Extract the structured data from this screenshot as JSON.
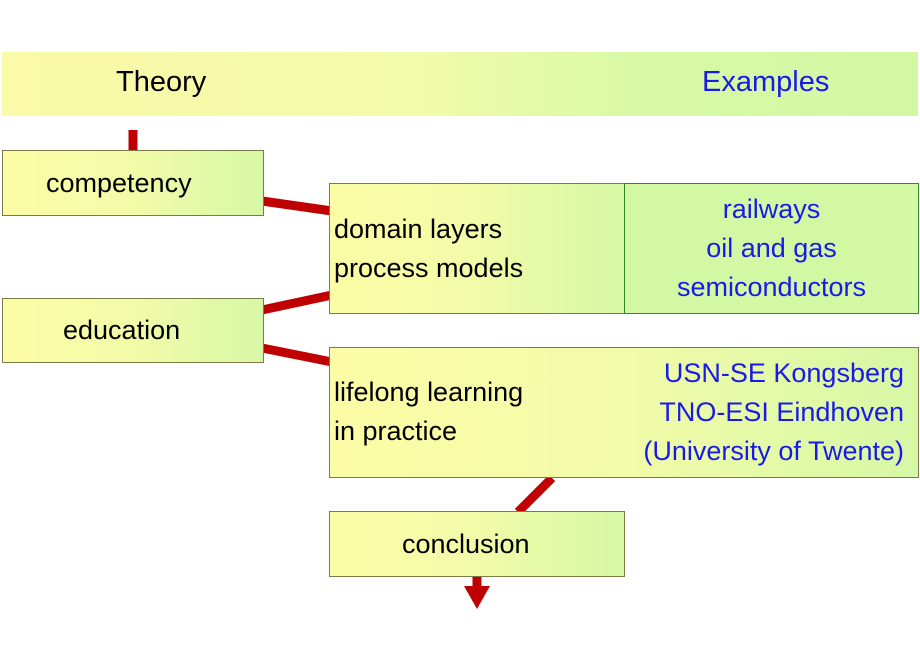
{
  "header": {
    "theory_label": "Theory",
    "examples_label": "Examples"
  },
  "nodes": {
    "competency": "competency",
    "education": "education",
    "domain": {
      "line1": "domain layers",
      "line2": "process models"
    },
    "lifelong": {
      "line1": "lifelong learning",
      "line2": "in practice"
    },
    "conclusion": "conclusion"
  },
  "examples": {
    "domain_examples": [
      "railways",
      "oil and gas",
      "semiconductors"
    ],
    "lifelong_examples": [
      "USN-SE Kongsberg",
      "TNO-ESI Eindhoven",
      "(University of Twente)"
    ]
  },
  "colors": {
    "connector": "#c00000",
    "example_text": "#1a1ae8",
    "box_fill": "#f2fba8",
    "examples_fill": "#d2f8a4"
  }
}
